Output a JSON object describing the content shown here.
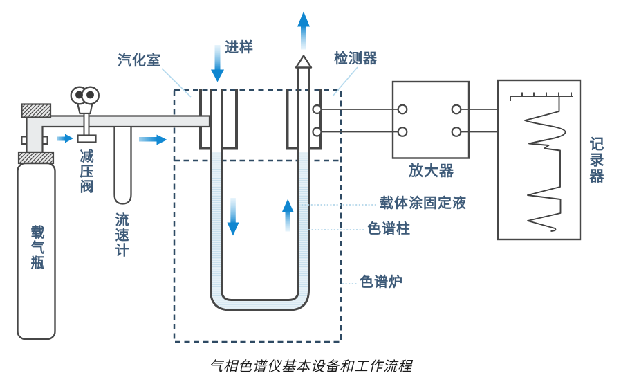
{
  "caption": "气相色谱仪基本设备和工作流程",
  "labels": {
    "vaporization_chamber": "汽化室",
    "sample_injection": "进样",
    "detector": "检测器",
    "pressure_reducing_valve": "减压阀",
    "flow_meter": "流速计",
    "carrier_gas_bottle": "载气瓶",
    "support_coated_stationary_liquid": "载体涂固定液",
    "chromatography_column": "色谱柱",
    "column_oven": "色谱炉",
    "amplifier": "放大器",
    "recorder": "记录器"
  },
  "colors": {
    "outline": "#474747",
    "label_blue": "#3d5a78",
    "flow_blue": "#1289d3",
    "flow_blue_light": "#b9e0f4",
    "pointer_blue": "#a8d2e8",
    "dash_navy": "#2e4a63",
    "pipe_gray": "#e9ebec",
    "packing_blue": "#e6f1f7",
    "packing_line_blue": "#b9d7e7",
    "caption_dark": "#1b1b1b"
  }
}
